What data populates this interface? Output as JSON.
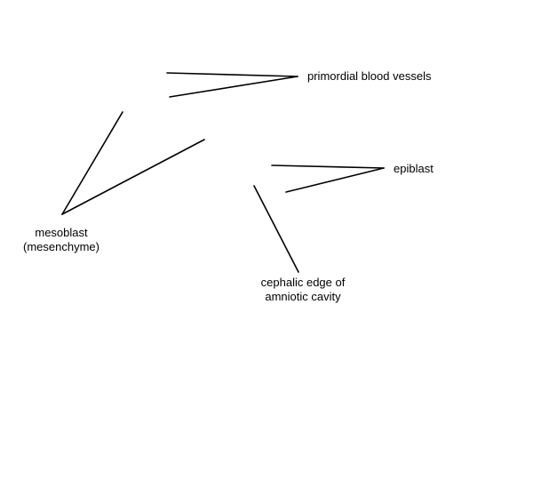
{
  "labels": {
    "primordial_blood_vessels": "primordial blood vessels",
    "epiblast": "epiblast",
    "mesoblast_line1": "mesoblast",
    "mesoblast_line2": "(mesenchyme)",
    "cephalic_line1": "cephalic edge of",
    "cephalic_line2": "amniotic cavity"
  },
  "colors": {
    "line": "#000000",
    "background": "#ffffff",
    "text": "#000000"
  }
}
